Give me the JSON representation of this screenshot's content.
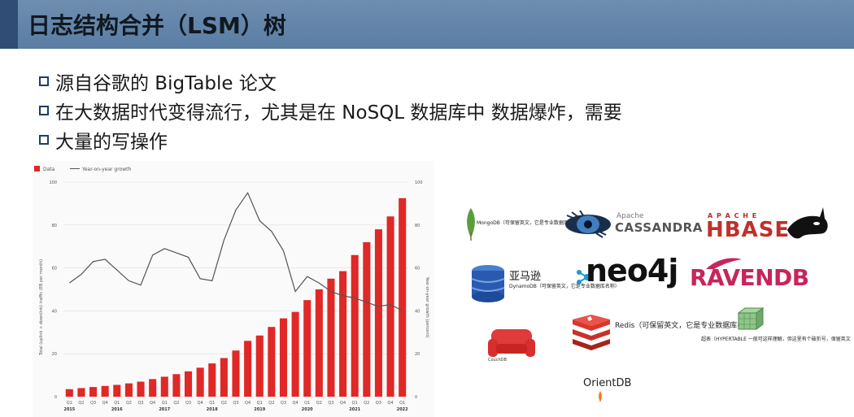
{
  "slide": {
    "title": "日志结构合并（LSM）树",
    "bullets": [
      "源自谷歌的 BigTable 论文",
      "在大数据时代变得流行，尤其是在 NoSQL 数据库中 数据爆炸，需要",
      "大量的写操作"
    ]
  },
  "colors": {
    "bar": "#e02826",
    "line": "#555555",
    "title_bg": "#5a7da3",
    "title_accent": "#2f4d75"
  },
  "chart_data": {
    "type": "bar",
    "legend": [
      "Data",
      "Year-on-year growth"
    ],
    "ylabel_left": "Total (uplink + downlink) traffic (EB per month)",
    "ylabel_right": "Year-on-year growth (percent)",
    "quarter_labels": [
      "Q1",
      "Q2",
      "Q3",
      "Q4",
      "Q1",
      "Q2",
      "Q3",
      "Q4",
      "Q1",
      "Q2",
      "Q3",
      "Q4",
      "Q1",
      "Q2",
      "Q3",
      "Q4",
      "Q1",
      "Q2",
      "Q3",
      "Q4",
      "Q1",
      "Q2",
      "Q3",
      "Q4",
      "Q1",
      "Q2",
      "Q3",
      "Q4",
      "Q1"
    ],
    "year_labels": [
      {
        "label": "2015",
        "index": 0
      },
      {
        "label": "2016",
        "index": 4
      },
      {
        "label": "2017",
        "index": 8
      },
      {
        "label": "2018",
        "index": 12
      },
      {
        "label": "2019",
        "index": 16
      },
      {
        "label": "2020",
        "index": 20
      },
      {
        "label": "2021",
        "index": 24
      },
      {
        "label": "2022",
        "index": 28
      }
    ],
    "yticks": [
      0,
      20,
      40,
      60,
      80,
      100
    ],
    "ylim": [
      0,
      100
    ],
    "values": [
      3.5,
      4,
      4.5,
      5,
      5.5,
      6.2,
      7,
      8.2,
      9.3,
      10.5,
      11.8,
      13.5,
      15.5,
      18,
      21.5,
      26,
      28.5,
      32.5,
      36.5,
      39.5,
      45,
      50,
      55,
      58.5,
      66,
      72,
      78,
      84,
      92.5
    ],
    "growth": [
      53,
      57,
      63,
      64,
      59,
      54,
      52,
      66,
      69,
      67,
      65,
      55,
      54,
      73,
      87,
      95,
      82,
      77,
      68,
      49,
      56,
      53,
      49,
      47,
      46,
      44,
      42,
      43,
      40
    ]
  },
  "logos": {
    "mongodb_label": "MongoDB（可保留英文，它是专业数据库名称）",
    "cassandra_top": "Apache",
    "cassandra": "CASSANDRA",
    "hbase_top": "A P A C H E",
    "hbase": "HBASE",
    "dynamodb_title": "亚马逊",
    "dynamodb_label": "DynamoDB（可保留英文，它是专业数据库名称）",
    "neo4j": "neo4j",
    "ravendb": "RAVENDB",
    "redis_label": "Redis（可保留英文，它是专业数据库名称）",
    "hypertable_label": "超表（HYPERTABLE 一般可这样理解，但这里有个破折号，保留英文",
    "couchdb_label": "CouchDB",
    "orientdb": "OrientDB"
  }
}
